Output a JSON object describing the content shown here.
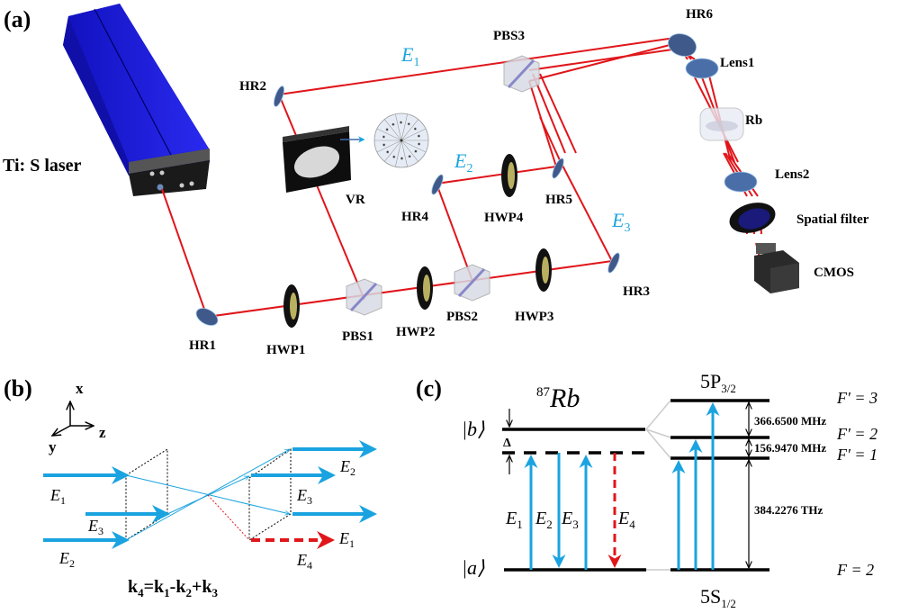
{
  "panel_a": {
    "tag": "(a)",
    "laser_label": "Ti: S laser",
    "field_labels": {
      "e1": "E",
      "e1_sub": "1",
      "e2": "E",
      "e2_sub": "2",
      "e3": "E",
      "e3_sub": "3"
    },
    "components": {
      "hr1": "HR1",
      "hr2": "HR2",
      "hr3": "HR3",
      "hr4": "HR4",
      "hr5": "HR5",
      "hr6": "HR6",
      "hwp1": "HWP1",
      "hwp2": "HWP2",
      "hwp3": "HWP3",
      "hwp4": "HWP4",
      "pbs1": "PBS1",
      "pbs2": "PBS2",
      "pbs3": "PBS3",
      "vr": "VR",
      "lens1": "Lens1",
      "lens2": "Lens2",
      "rb": "Rb",
      "spatial_filter": "Spatial filter",
      "cmos": "CMOS"
    }
  },
  "panel_b": {
    "tag": "(b)",
    "axes": {
      "x": "x",
      "y": "y",
      "z": "z"
    },
    "inputs": [
      "E1",
      "E3",
      "E2"
    ],
    "outputs": [
      "E2",
      "E3",
      "E1",
      "E4"
    ],
    "equation": {
      "k4": "k",
      "s4": "4",
      "eq": "=k",
      "s1": "1",
      "m": "-k",
      "s2": "2",
      "p": "+k",
      "s3": "3"
    }
  },
  "panel_c": {
    "tag": "(c)",
    "isotope_mass": "87",
    "isotope": "Rb",
    "state_b": "|b⟩",
    "state_a": "|a⟩",
    "detuning": "Δ",
    "transitions": [
      "E1",
      "E2",
      "E3",
      "E4"
    ],
    "upper_manifold": {
      "n": "5P",
      "sub": "3/2"
    },
    "lower_manifold": {
      "n": "5S",
      "sub": "1/2"
    },
    "levels": [
      "F′ = 3",
      "F′ = 2",
      "F′ = 1",
      "F = 2"
    ],
    "splittings": [
      "366.6500 MHz",
      "156.9470 MHz",
      "384.2276 THz"
    ]
  },
  "colors": {
    "beam": "#e0161b",
    "field_arrow": "#1aa3e0",
    "laser_body": "#1a1adf",
    "optic": "#4a6a9c"
  }
}
